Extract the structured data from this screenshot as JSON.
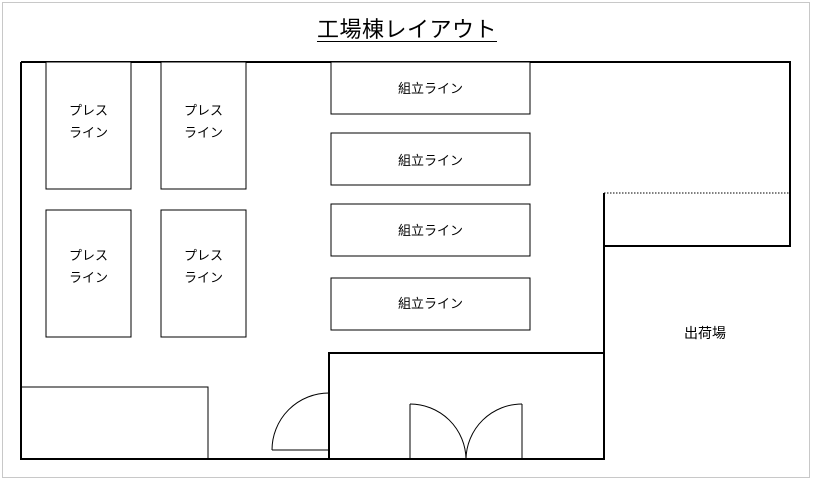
{
  "title": "工場棟レイアウト",
  "press_lines": [
    {
      "line1": "プレス",
      "line2": "ライン"
    },
    {
      "line1": "プレス",
      "line2": "ライン"
    },
    {
      "line1": "プレス",
      "line2": "ライン"
    },
    {
      "line1": "プレス",
      "line2": "ライン"
    }
  ],
  "assembly_lines": [
    {
      "label": "組立ライン"
    },
    {
      "label": "組立ライン"
    },
    {
      "label": "組立ライン"
    },
    {
      "label": "組立ライン"
    }
  ],
  "shipping_area": {
    "label": "出荷場"
  }
}
